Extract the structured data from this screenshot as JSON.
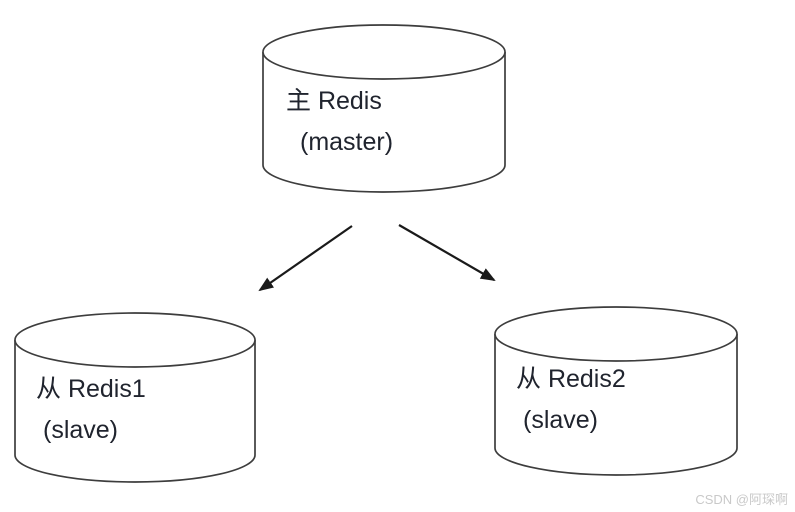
{
  "diagram": {
    "nodes": [
      {
        "id": "master",
        "line1": "主 Redis",
        "line2": "(master)"
      },
      {
        "id": "slave1",
        "line1": "从 Redis1",
        "line2": "(slave)"
      },
      {
        "id": "slave2",
        "line1": "从 Redis2",
        "line2": "(slave)"
      }
    ],
    "edges": [
      {
        "from": "master",
        "to": "slave1"
      },
      {
        "from": "master",
        "to": "slave2"
      }
    ]
  },
  "watermark": {
    "text": "CSDN @阿琛啊"
  },
  "colors": {
    "background": "#ffffff",
    "stroke": "#3d3d3d",
    "arrow": "#1a1a1a",
    "text": "#20242e",
    "watermark": "#c9c9c9"
  }
}
